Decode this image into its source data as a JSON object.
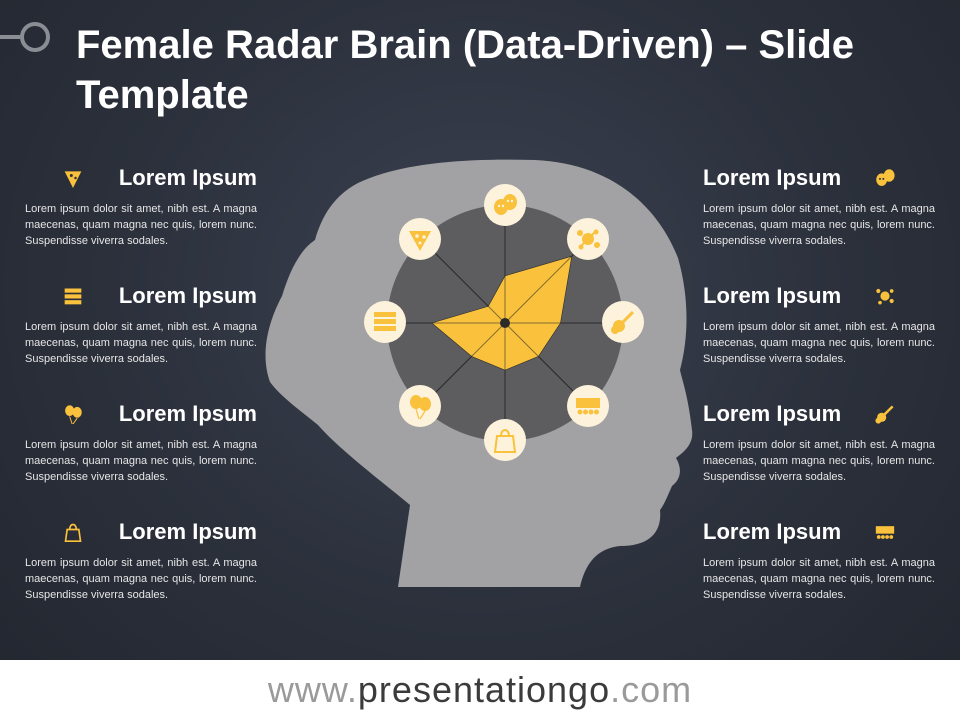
{
  "title": "Female Radar Brain (Data-Driven) – Slide Template",
  "colors": {
    "accent": "#f9c13c",
    "head": "#a2a2a4",
    "brain": "#5d5d60",
    "circle": "#fdf3dc"
  },
  "items": [
    {
      "heading": "Lorem Ipsum",
      "icon": "pizza-icon",
      "text": "Lorem ipsum dolor sit amet, nibh est. A magna maecenas, quam magna nec quis, lorem nunc. Suspendisse viverra sodales."
    },
    {
      "heading": "Lorem Ipsum",
      "icon": "books-icon",
      "text": "Lorem ipsum dolor sit amet, nibh est. A magna maecenas, quam magna nec quis, lorem nunc. Suspendisse viverra sodales."
    },
    {
      "heading": "Lorem Ipsum",
      "icon": "balloons-icon",
      "text": "Lorem ipsum dolor sit amet, nibh est. A magna maecenas, quam magna nec quis, lorem nunc. Suspendisse viverra sodales."
    },
    {
      "heading": "Lorem Ipsum",
      "icon": "shopping-bag-icon",
      "text": "Lorem ipsum dolor sit amet, nibh est. A magna maecenas, quam magna nec quis, lorem nunc. Suspendisse viverra sodales."
    },
    {
      "heading": "Lorem Ipsum",
      "icon": "theater-masks-icon",
      "text": "Lorem ipsum dolor sit amet, nibh est. A magna maecenas, quam magna nec quis, lorem nunc. Suspendisse viverra sodales."
    },
    {
      "heading": "Lorem Ipsum",
      "icon": "paint-splash-icon",
      "text": "Lorem ipsum dolor sit amet, nibh est. A magna maecenas, quam magna nec quis, lorem nunc. Suspendisse viverra sodales."
    },
    {
      "heading": "Lorem Ipsum",
      "icon": "guitar-icon",
      "text": "Lorem ipsum dolor sit amet, nibh est. A magna maecenas, quam magna nec quis, lorem nunc. Suspendisse viverra sodales."
    },
    {
      "heading": "Lorem Ipsum",
      "icon": "cinema-icon",
      "text": "Lorem ipsum dolor sit amet, nibh est. A magna maecenas, quam magna nec quis, lorem nunc. Suspendisse viverra sodales."
    }
  ],
  "radar": {
    "axes": [
      "theater",
      "paint",
      "guitar",
      "cinema",
      "shopping",
      "balloons",
      "books",
      "pizza"
    ],
    "values": [
      0.4,
      0.8,
      0.47,
      0.4,
      0.4,
      0.4,
      0.62,
      0.2
    ]
  },
  "footer": {
    "prefix": "www.",
    "domain": "presentationgo",
    "suffix": ".com"
  }
}
